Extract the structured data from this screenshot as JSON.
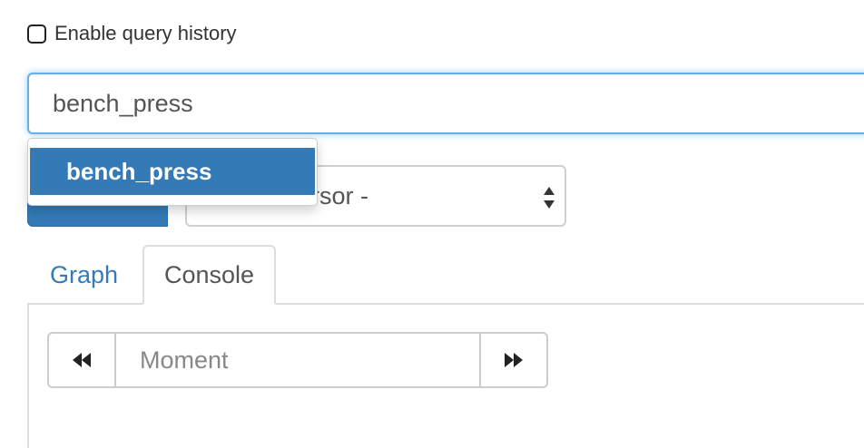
{
  "history": {
    "label": "Enable query history",
    "checked": false
  },
  "expression": {
    "value": "bench_press"
  },
  "autocomplete": {
    "items": [
      "bench_press"
    ],
    "selected_index": 0
  },
  "execute_button": {
    "label": ""
  },
  "metric_select": {
    "visible_text": "etric at cursor -"
  },
  "tabs": [
    {
      "label": "Graph",
      "active": false
    },
    {
      "label": "Console",
      "active": true
    }
  ],
  "moment": {
    "placeholder": "Moment"
  },
  "colors": {
    "accent": "#337ab7",
    "focus": "#66afe9",
    "border": "#dddddd"
  },
  "icons": {
    "prev": "fast-backward-icon",
    "next": "fast-forward-icon",
    "select": "sort-arrows-icon"
  }
}
